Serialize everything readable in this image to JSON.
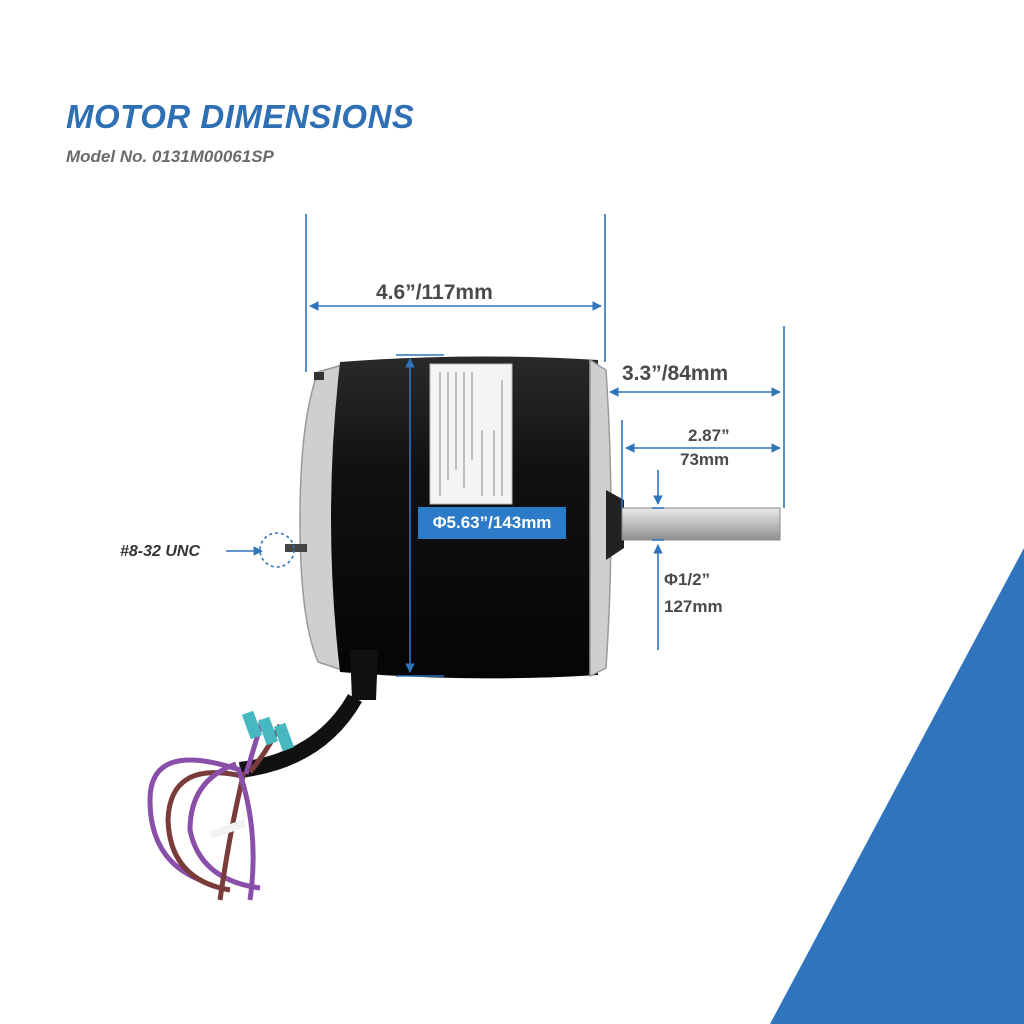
{
  "header": {
    "title": "MOTOR DIMENSIONS",
    "subtitle": "Model No. 0131M00061SP"
  },
  "dimensions": {
    "body_length": "4.6”/117mm",
    "shaft_length": "3.3”/84mm",
    "shaft_exposed_in": "2.87”",
    "shaft_exposed_mm": "73mm",
    "diameter": "Φ5.63”/143mm",
    "shaft_diameter_in": "Φ1/2”",
    "shaft_diameter_mm": "127mm",
    "mount_thread": "#8-32 UNC"
  },
  "colors": {
    "accent": "#2f6fb4",
    "badge": "#2b7bc8",
    "motor_body": "#0d0d0d",
    "endbell": "#c8c8c8",
    "wire_purple": "#8a4fa8",
    "wire_brown": "#7a3b3b",
    "corner": "#2f74bc"
  }
}
